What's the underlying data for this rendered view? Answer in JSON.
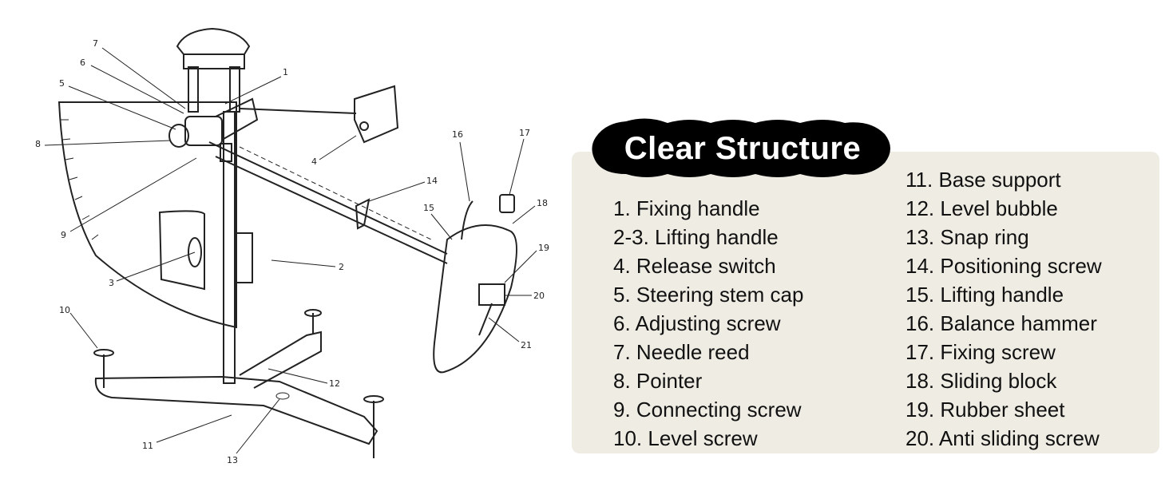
{
  "title": "Clear Structure",
  "legend_left": [
    "1. Fixing handle",
    "2-3. Lifting handle",
    "4. Release switch",
    "5. Steering stem cap",
    "6. Adjusting screw",
    "7. Needle reed",
    "8. Pointer",
    "9. Connecting screw",
    "10. Level screw"
  ],
  "legend_right": [
    "11. Base support",
    "12. Level bubble",
    "13. Snap ring",
    "14. Positioning screw",
    "15. Lifting handle",
    "16. Balance hammer",
    "17. Fixing screw",
    "18. Sliding block",
    "19. Rubber sheet",
    "20. Anti sliding screw"
  ],
  "callouts": [
    "1",
    "2",
    "3",
    "4",
    "5",
    "6",
    "7",
    "8",
    "9",
    "10",
    "11",
    "12",
    "13",
    "14",
    "15",
    "16",
    "17",
    "18",
    "19",
    "20",
    "21"
  ],
  "colors": {
    "panel": "#efece4",
    "badge": "#000000",
    "badge_text": "#ffffff",
    "ink": "#222222"
  }
}
